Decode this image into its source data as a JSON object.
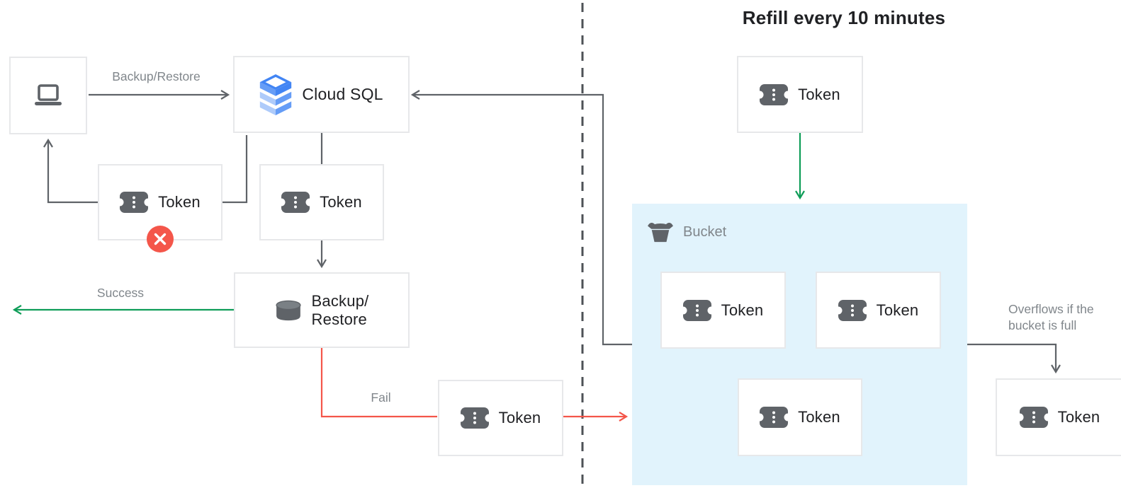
{
  "title": "Refill every 10 minutes",
  "nodes": {
    "client": {
      "icon": "laptop-icon"
    },
    "cloud_sql": {
      "icon": "cloud-sql-icon",
      "label": "Cloud SQL"
    },
    "rejected_token": {
      "icon": "token-icon",
      "label": "Token",
      "badge": "error-x-icon"
    },
    "consumed_token": {
      "icon": "token-icon",
      "label": "Token"
    },
    "backup_restore": {
      "icon": "database-icon",
      "label_line1": "Backup/",
      "label_line2": "Restore"
    },
    "failed_token": {
      "icon": "token-icon",
      "label": "Token"
    },
    "refill_token": {
      "icon": "token-icon",
      "label": "Token"
    },
    "overflow_token": {
      "icon": "token-icon",
      "label": "Token"
    }
  },
  "bucket": {
    "icon": "bucket-icon",
    "label": "Bucket",
    "tokens": [
      {
        "icon": "token-icon",
        "label": "Token"
      },
      {
        "icon": "token-icon",
        "label": "Token"
      },
      {
        "icon": "token-icon",
        "label": "Token"
      }
    ]
  },
  "edge_labels": {
    "request": "Backup/Restore",
    "success": "Success",
    "fail": "Fail",
    "overflow": "Overflows if the bucket is full"
  },
  "colors": {
    "line_gray": "#5f6368",
    "dashed_divider": "#4d5156",
    "green": "#0f9d58",
    "red": "#f4564a",
    "bucket_background": "#e1f3fc",
    "box_border": "#e7e8ea",
    "node_text": "#202124",
    "label_text": "#80868b",
    "cloud_sql_blue": "#4285f4",
    "cloud_sql_blue_mid": "#669df6",
    "cloud_sql_blue_light": "#aecbfa"
  }
}
